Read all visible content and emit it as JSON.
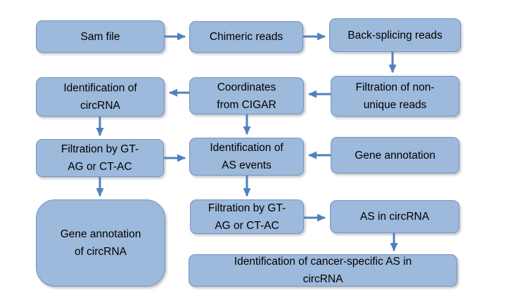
{
  "colors": {
    "node_fill": "#9db9db",
    "node_border": "#7495c3",
    "arrow": "#4f81bd",
    "text": "#000000",
    "background": "#ffffff"
  },
  "nodes": [
    {
      "id": "sam-file",
      "label": "Sam file"
    },
    {
      "id": "chimeric-reads",
      "label": "Chimeric reads"
    },
    {
      "id": "back-splicing-reads",
      "label": "Back-splicing reads"
    },
    {
      "id": "identification-of-circrna",
      "label": "Identification of\ncircRNA"
    },
    {
      "id": "coordinates-from-cigar",
      "label": "Coordinates\nfrom CIGAR"
    },
    {
      "id": "filtration-of-non-unique-reads",
      "label": "Filtration of non-\nunique reads"
    },
    {
      "id": "filtration-by-gt-ag-or-ct-ac-1",
      "label": "Filtration by GT-\nAG or CT-AC"
    },
    {
      "id": "identification-of-as-events",
      "label": "Identification of\nAS events"
    },
    {
      "id": "gene-annotation",
      "label": "Gene annotation"
    },
    {
      "id": "gene-annotation-of-circrna",
      "label": "Gene annotation\nof circRNA"
    },
    {
      "id": "filtration-by-gt-ag-or-ct-ac-2",
      "label": "Filtration by GT-\nAG or CT-AC"
    },
    {
      "id": "as-in-circrna",
      "label": "AS in circRNA"
    },
    {
      "id": "identification-of-cancer-specific-as-in-circrna",
      "label": "Identification of cancer-specific AS in\ncircRNA"
    }
  ],
  "edges": [
    {
      "from": "sam-file",
      "to": "chimeric-reads"
    },
    {
      "from": "chimeric-reads",
      "to": "back-splicing-reads"
    },
    {
      "from": "back-splicing-reads",
      "to": "filtration-of-non-unique-reads"
    },
    {
      "from": "filtration-of-non-unique-reads",
      "to": "coordinates-from-cigar"
    },
    {
      "from": "coordinates-from-cigar",
      "to": "identification-of-circrna"
    },
    {
      "from": "identification-of-circrna",
      "to": "filtration-by-gt-ag-or-ct-ac-1"
    },
    {
      "from": "coordinates-from-cigar",
      "to": "identification-of-as-events"
    },
    {
      "from": "filtration-by-gt-ag-or-ct-ac-1",
      "to": "identification-of-as-events"
    },
    {
      "from": "gene-annotation",
      "to": "identification-of-as-events"
    },
    {
      "from": "filtration-by-gt-ag-or-ct-ac-1",
      "to": "gene-annotation-of-circrna"
    },
    {
      "from": "identification-of-as-events",
      "to": "filtration-by-gt-ag-or-ct-ac-2"
    },
    {
      "from": "filtration-by-gt-ag-or-ct-ac-2",
      "to": "as-in-circrna"
    },
    {
      "from": "as-in-circrna",
      "to": "identification-of-cancer-specific-as-in-circrna"
    }
  ]
}
